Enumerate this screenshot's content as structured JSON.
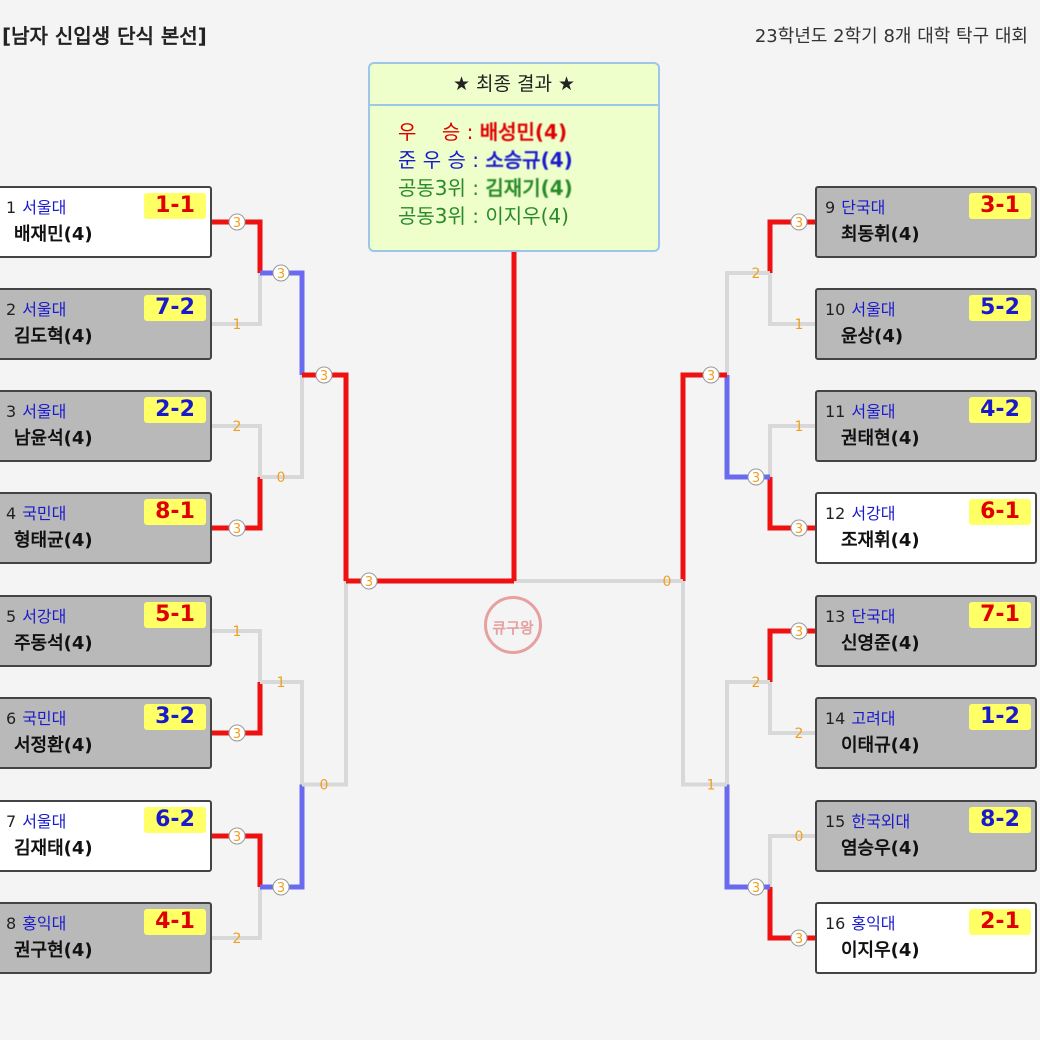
{
  "header": {
    "title": "[남자 신입생 단식 본선]",
    "subtitle": "23학년도 2학기 8개 대학 탁구 대회"
  },
  "result": {
    "heading": "★ 최종 결과 ★",
    "winner_label": "우    승 : ",
    "winner_name": "배성민(4)",
    "runner_up_label": "준 우 승 : ",
    "runner_up_name": "소승규(4)",
    "third1_label": "공동3위 : ",
    "third1_name": "김재기(4)",
    "third2_label": "공동3위 : ",
    "third2_name": "이지우(4)"
  },
  "players": [
    {
      "num": "1",
      "school": "서울대",
      "name": "배재민(4)",
      "seed": "1-1",
      "seed_color": "red",
      "winner": true
    },
    {
      "num": "2",
      "school": "서울대",
      "name": "김도혁(4)",
      "seed": "7-2",
      "seed_color": "blue",
      "winner": false
    },
    {
      "num": "3",
      "school": "서울대",
      "name": "남윤석(4)",
      "seed": "2-2",
      "seed_color": "blue",
      "winner": false
    },
    {
      "num": "4",
      "school": "국민대",
      "name": "형태균(4)",
      "seed": "8-1",
      "seed_color": "red",
      "winner": false
    },
    {
      "num": "5",
      "school": "서강대",
      "name": "주동석(4)",
      "seed": "5-1",
      "seed_color": "red",
      "winner": false
    },
    {
      "num": "6",
      "school": "국민대",
      "name": "서정환(4)",
      "seed": "3-2",
      "seed_color": "blue",
      "winner": false
    },
    {
      "num": "7",
      "school": "서울대",
      "name": "김재태(4)",
      "seed": "6-2",
      "seed_color": "blue",
      "winner": true
    },
    {
      "num": "8",
      "school": "홍익대",
      "name": "권구현(4)",
      "seed": "4-1",
      "seed_color": "red",
      "winner": false
    },
    {
      "num": "9",
      "school": "단국대",
      "name": "최동휘(4)",
      "seed": "3-1",
      "seed_color": "red",
      "winner": false
    },
    {
      "num": "10",
      "school": "서울대",
      "name": "윤상(4)",
      "seed": "5-2",
      "seed_color": "blue",
      "winner": false
    },
    {
      "num": "11",
      "school": "서울대",
      "name": "권태현(4)",
      "seed": "4-2",
      "seed_color": "blue",
      "winner": false
    },
    {
      "num": "12",
      "school": "서강대",
      "name": "조재휘(4)",
      "seed": "6-1",
      "seed_color": "red",
      "winner": true
    },
    {
      "num": "13",
      "school": "단국대",
      "name": "신영준(4)",
      "seed": "7-1",
      "seed_color": "red",
      "winner": false
    },
    {
      "num": "14",
      "school": "고려대",
      "name": "이태규(4)",
      "seed": "1-2",
      "seed_color": "blue",
      "winner": false
    },
    {
      "num": "15",
      "school": "한국외대",
      "name": "염승우(4)",
      "seed": "8-2",
      "seed_color": "blue",
      "winner": false
    },
    {
      "num": "16",
      "school": "홍익대",
      "name": "이지우(4)",
      "seed": "2-1",
      "seed_color": "red",
      "winner": true
    }
  ],
  "match_scores": {
    "r1_left": [
      [
        "3",
        "1"
      ],
      [
        "2",
        "3"
      ],
      [
        "1",
        "3"
      ],
      [
        "3",
        "2"
      ]
    ],
    "r1_right": [
      [
        "3",
        "1"
      ],
      [
        "1",
        "3"
      ],
      [
        "3",
        "2"
      ],
      [
        "0",
        "3"
      ]
    ],
    "r2_left": [
      [
        "3",
        "0"
      ],
      [
        "1",
        "3"
      ]
    ],
    "r2_right": [
      [
        "2",
        "3"
      ],
      [
        "2",
        "3"
      ]
    ],
    "r3_left": [
      [
        "3",
        "0"
      ]
    ],
    "r3_right": [
      [
        "3",
        "1"
      ]
    ],
    "final": [
      "3",
      "0"
    ]
  },
  "colors": {
    "win": "#ee1111",
    "runner": "#6a6aee",
    "lose": "#d8d8d8",
    "score_text": "#f0a020"
  },
  "stamp": "큐구왕"
}
